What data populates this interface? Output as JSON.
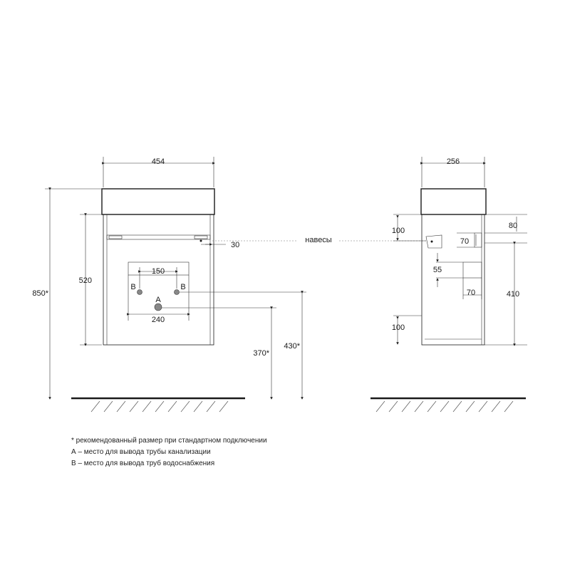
{
  "front_view": {
    "width": "454",
    "height_total": "850*",
    "body_height": "520",
    "hinge_offset": "30",
    "pipe_spacing_b": "150",
    "pipe_span": "240",
    "label_a": "A",
    "label_b_left": "B",
    "label_b_right": "B",
    "height_a": "370*",
    "height_b": "430*"
  },
  "side_view": {
    "depth": "256",
    "top_offset": "100",
    "bottom_offset": "100",
    "bracket_offset": "80",
    "bracket_height": "70",
    "mount_gap": "55",
    "mount_width": "70",
    "mount_height": "410"
  },
  "hinges_label": "навесы",
  "notes": [
    "* рекомендованный размер при стандартном подключении",
    "А – место для вывода трубы канализации",
    "В – место для вывода труб водоснабжения"
  ]
}
